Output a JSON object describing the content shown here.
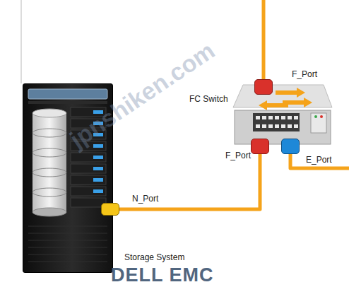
{
  "diagram": {
    "nodes": [
      {
        "text": [
          "FC Switch"
        ]
      },
      {
        "text": [
          "F_Port"
        ],
        "in": 0
      },
      {
        "text": [
          "F_Port"
        ],
        "in": 0
      },
      {
        "text": [
          "E_Port"
        ],
        "in": 0
      },
      {
        "text": [
          "Storage System"
        ]
      },
      {
        "text": [
          "N_Port"
        ],
        "in": 4
      }
    ],
    "edges": [
      {
        "from": 5,
        "to": 2,
        "arrow": "none"
      }
    ],
    "labels": [
      "DELL EMC",
      "jpnshiken.com"
    ]
  }
}
